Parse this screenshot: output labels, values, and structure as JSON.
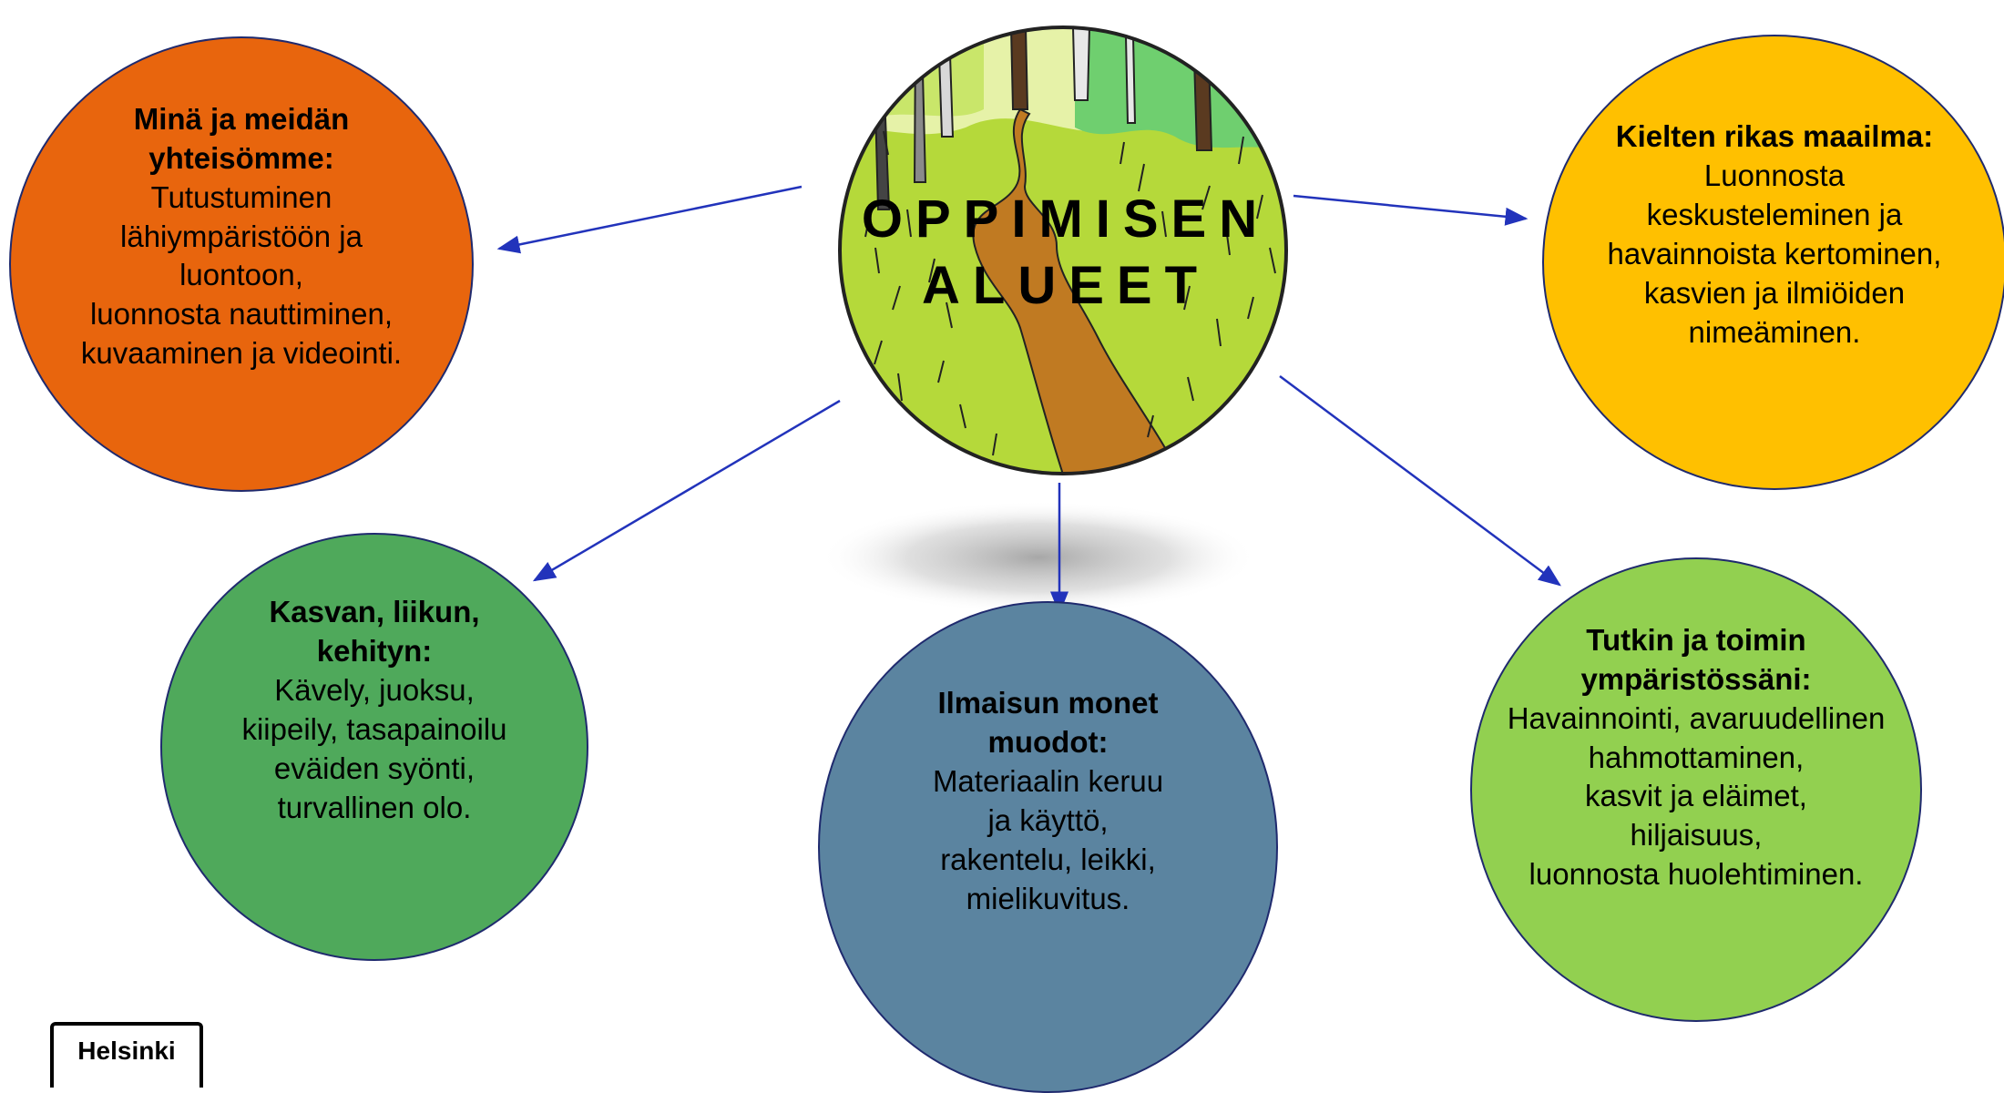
{
  "center": {
    "title": "OPPIMISEN\nALUEET"
  },
  "nodes": {
    "orange": {
      "title": "Minä ja meidän\nyhteisömme:",
      "body": "Tutustuminen\nlähiympäristöön ja\nluontoon,\nluonnosta nauttiminen,\nkuvaaminen ja videointi.",
      "color": "#e8650d"
    },
    "yellow": {
      "title": "Kielten rikas maailma:",
      "body": "Luonnosta\nkeskusteleminen ja\nhavainnoista kertominen,\nkasvien ja ilmiöiden\nnimeäminen.",
      "color": "#ffc000"
    },
    "green": {
      "title": "Kasvan, liikun,\nkehityn:",
      "body": "Kävely, juoksu,\nkiipeily, tasapainoilu\neväiden syönti,\nturvallinen olo.",
      "color": "#4fa95b"
    },
    "blue": {
      "title": "Ilmaisun monet\nmuodot:",
      "body": "Materiaalin keruu\nja käyttö,\nrakentelu, leikki,\nmielikuvitus.",
      "color": "#5b84a0"
    },
    "lime": {
      "title": "Tutkin ja toimin\nympäristössäni:",
      "body": "Havainnointi, avaruudellinen\nhahmottaminen,\nkasvit ja eläimet,\nhiljaisuus,\nluonnosta huolehtiminen.",
      "color": "#92d050"
    }
  },
  "logo": {
    "text": "Helsinki"
  },
  "colors": {
    "arrow": "#2233bb",
    "path": "#c07a22",
    "grass": "#b5d93a",
    "outline": "#1f2a6e"
  }
}
